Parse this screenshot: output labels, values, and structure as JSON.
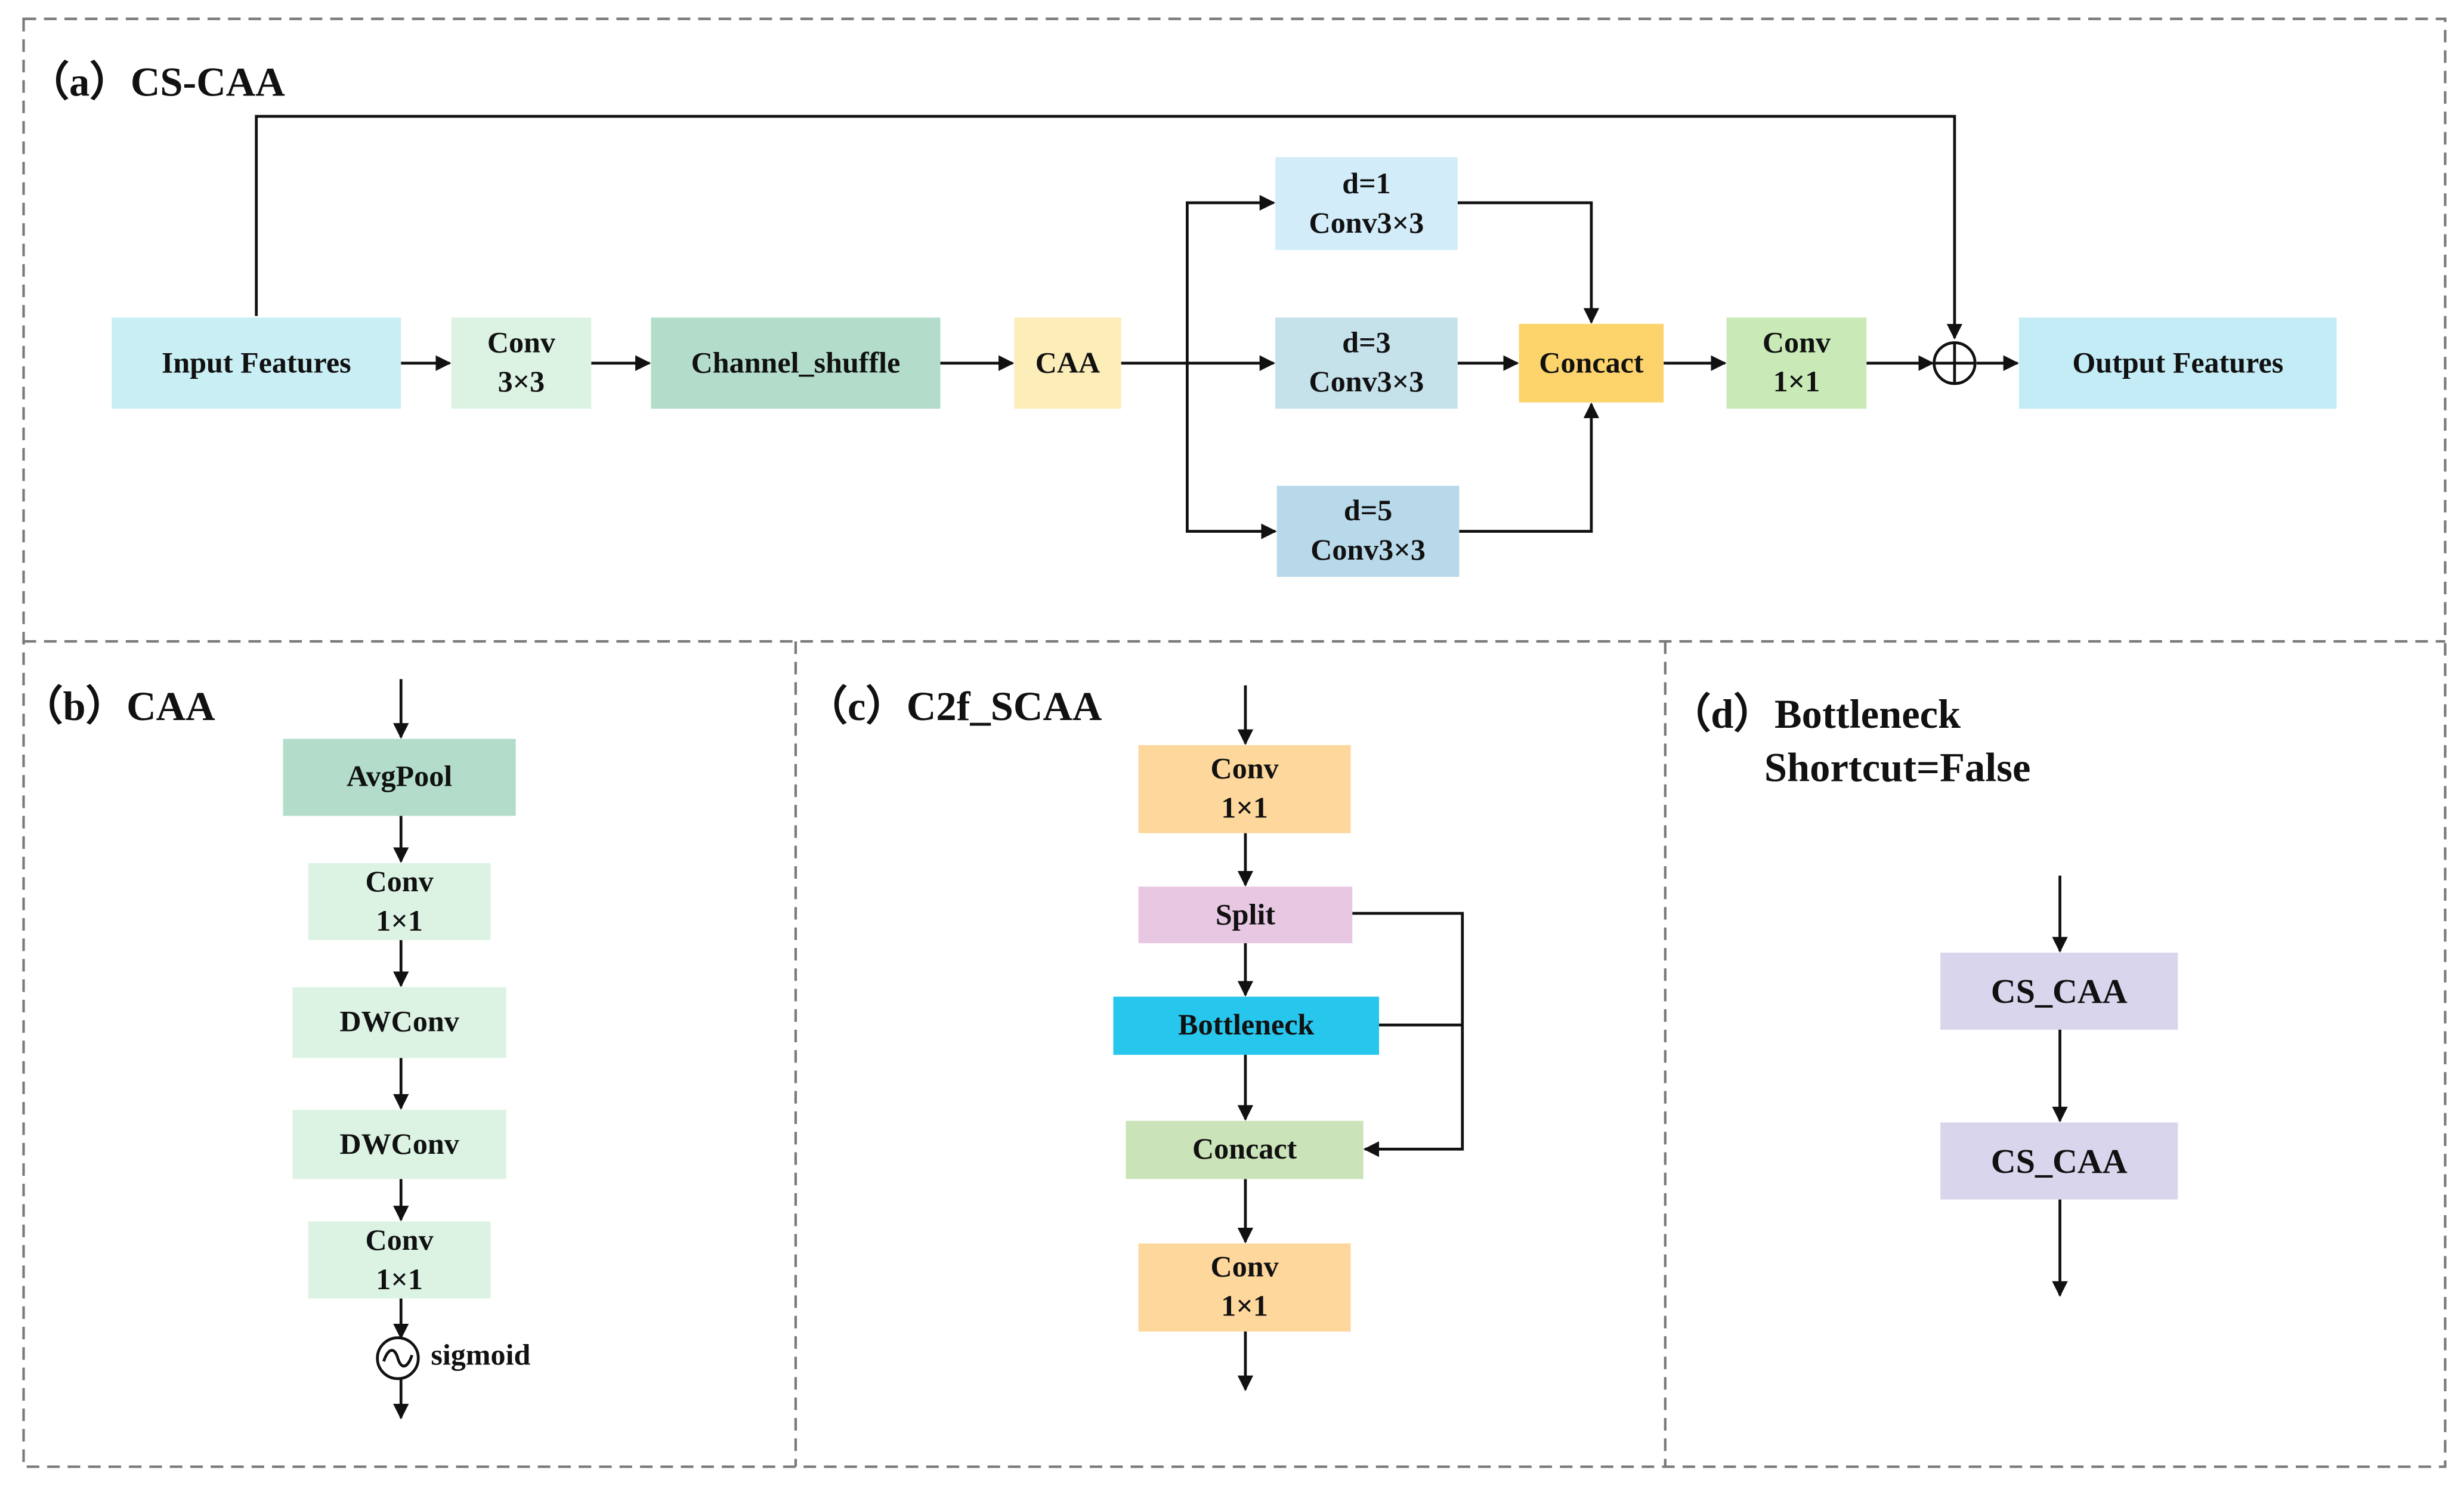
{
  "panels": {
    "a": {
      "title": "（a）CS-CAA",
      "input": "Input Features",
      "conv_top": "Conv",
      "conv_bot": "3×3",
      "shuffle": "Channel_shuffle",
      "caa": "CAA",
      "d1_top": "d=1",
      "d1_bot": "Conv3×3",
      "d3_top": "d=3",
      "d3_bot": "Conv3×3",
      "d5_top": "d=5",
      "d5_bot": "Conv3×3",
      "concat": "Concact",
      "conv1_top": "Conv",
      "conv1_bot": "1×1",
      "output": "Output Features"
    },
    "b": {
      "title": "（b）CAA",
      "avgpool": "AvgPool",
      "conv1_top": "Conv",
      "conv1_bot": "1×1",
      "dw1": "DWConv",
      "dw2": "DWConv",
      "conv2_top": "Conv",
      "conv2_bot": "1×1",
      "sigmoid": "sigmoid"
    },
    "c": {
      "title": "（c）C2f_SCAA",
      "conv1_top": "Conv",
      "conv1_bot": "1×1",
      "split": "Split",
      "bottleneck": "Bottleneck",
      "concat": "Concact",
      "conv2_top": "Conv",
      "conv2_bot": "1×1"
    },
    "d": {
      "title_line1": "（d）Bottleneck",
      "title_line2": "Shortcut=False",
      "cs1": "CS_CAA",
      "cs2": "CS_CAA"
    }
  },
  "colors": {
    "light_cyan": "#c9eef4",
    "light_green": "#dcf3e4",
    "teal_green": "#b3ddca",
    "cream": "#fdedb9",
    "d1_blue": "#d2ecfa",
    "d3_blue": "#c5e1ea",
    "d5_blue": "#b8d9ea",
    "concat_orange": "#fdd46c",
    "conv_green": "#c9eab7",
    "output_cyan": "#c4ecf6",
    "peach": "#fdd79b",
    "pink": "#e8c7e2",
    "cyan_bright": "#27c6ec",
    "pale_green": "#cbe3b8",
    "lavender": "#d9d5ec"
  }
}
